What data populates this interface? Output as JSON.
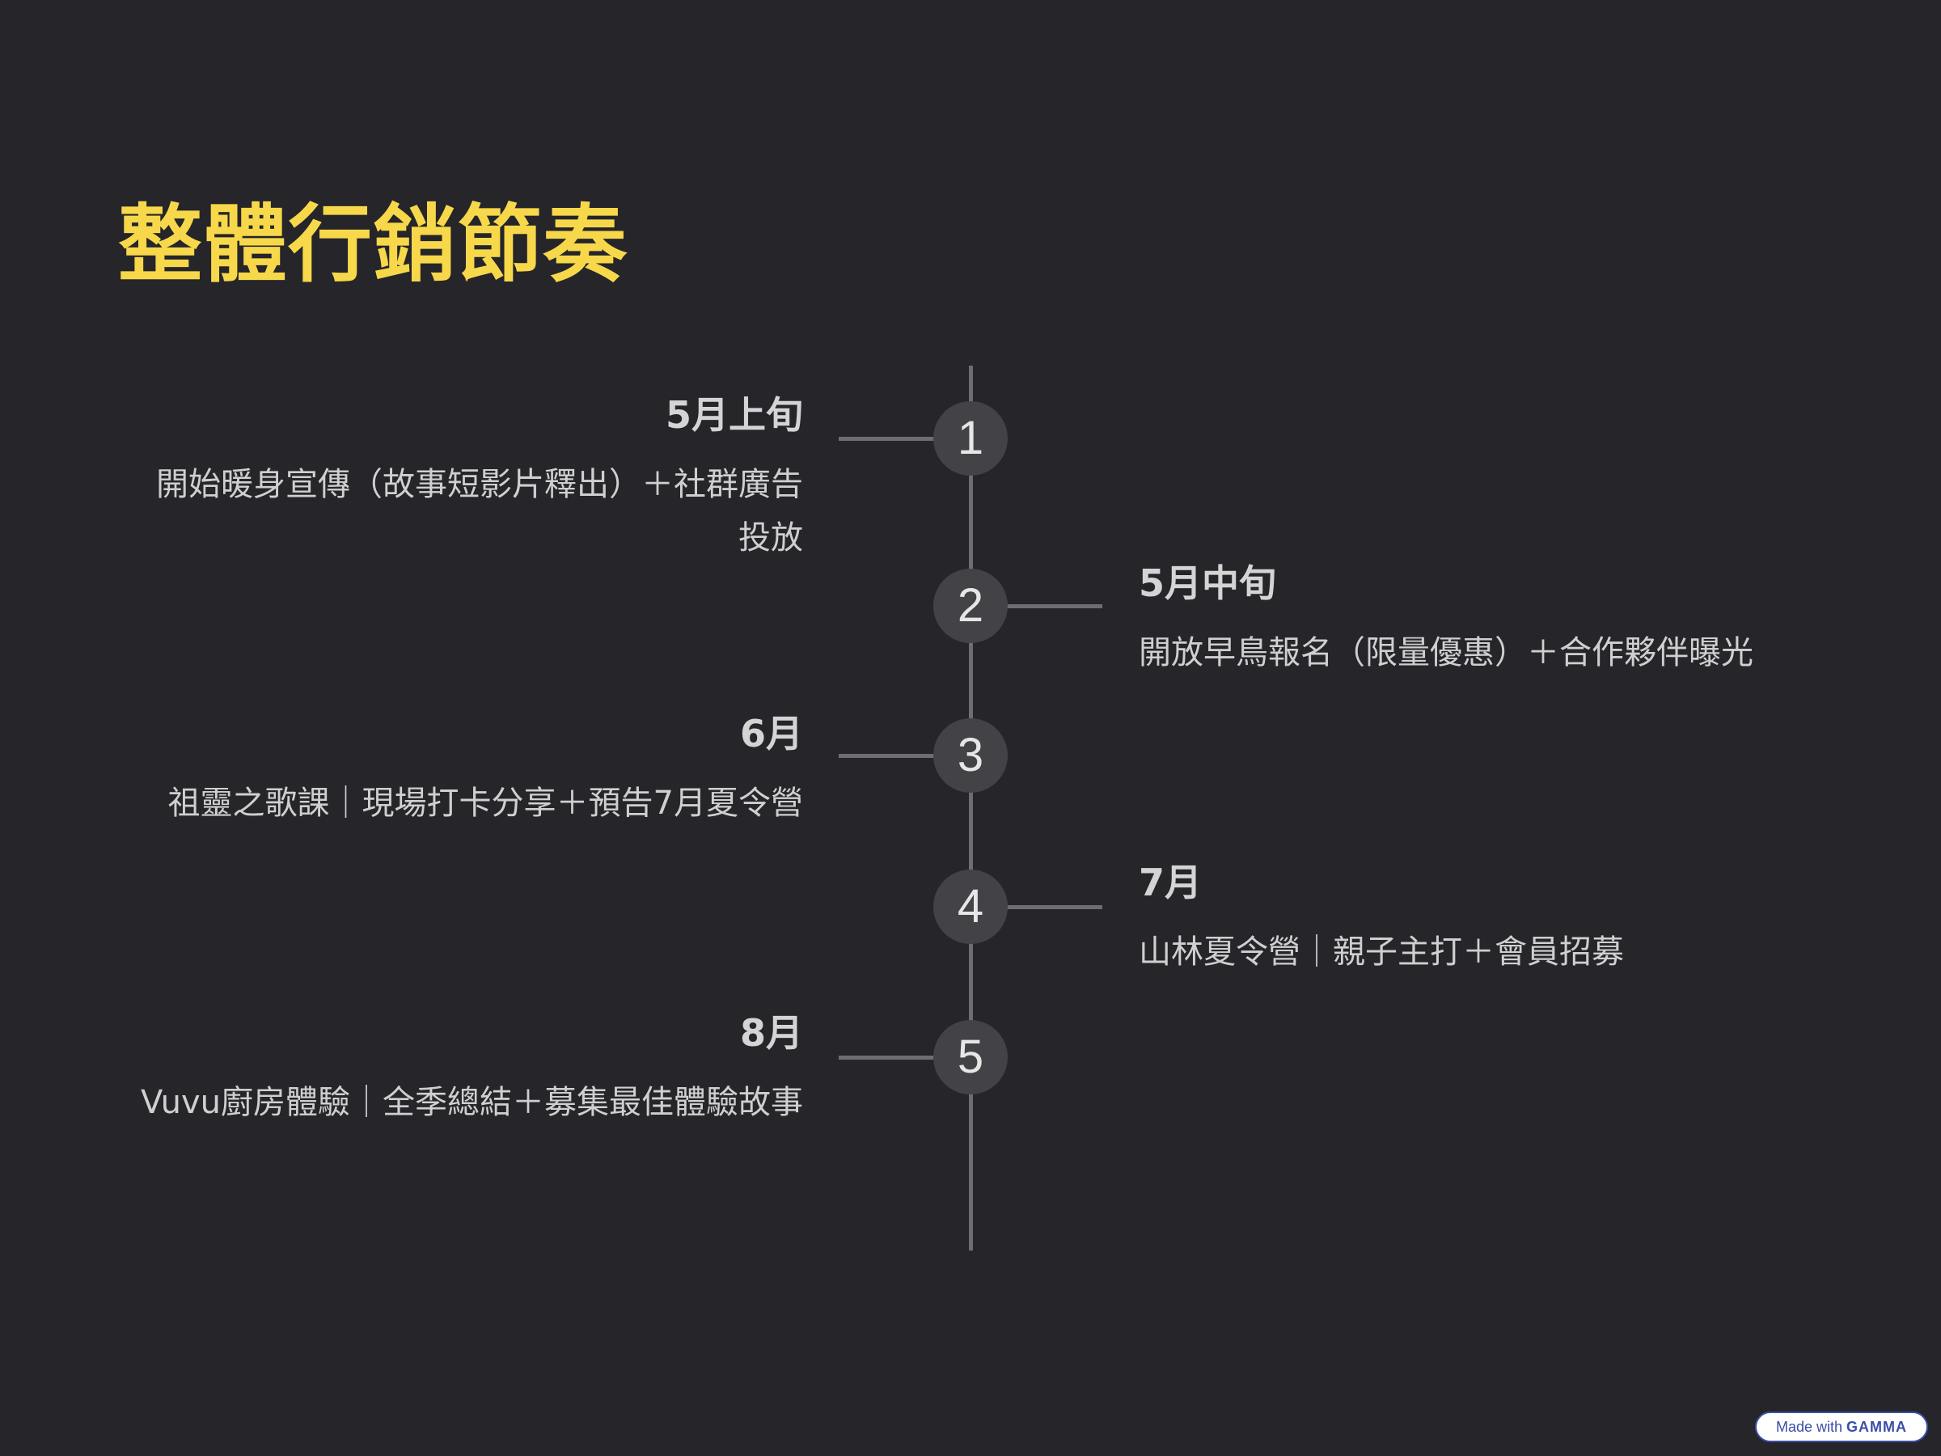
{
  "slide": {
    "title": "整體行銷節奏"
  },
  "timeline": {
    "items": [
      {
        "number": "1",
        "date": "5月上旬",
        "description": "開始暖身宣傳（故事短影片釋出）＋社群廣告投放",
        "side": "left"
      },
      {
        "number": "2",
        "date": "5月中旬",
        "description": "開放早鳥報名（限量優惠）＋合作夥伴曝光",
        "side": "right"
      },
      {
        "number": "3",
        "date": "6月",
        "description": "祖靈之歌課｜現場打卡分享＋預告7月夏令營",
        "side": "left"
      },
      {
        "number": "4",
        "date": "7月",
        "description": "山林夏令營｜親子主打＋會員招募",
        "side": "right"
      },
      {
        "number": "5",
        "date": "8月",
        "description": "Vuvu廚房體驗｜全季總結＋募集最佳體驗故事",
        "side": "left"
      }
    ]
  },
  "footer": {
    "made_with": "Made with",
    "brand": "GAMMA"
  },
  "colors": {
    "background": "#25252a",
    "title": "#f7d84a",
    "node": "#434347",
    "line": "#6e6e72"
  }
}
